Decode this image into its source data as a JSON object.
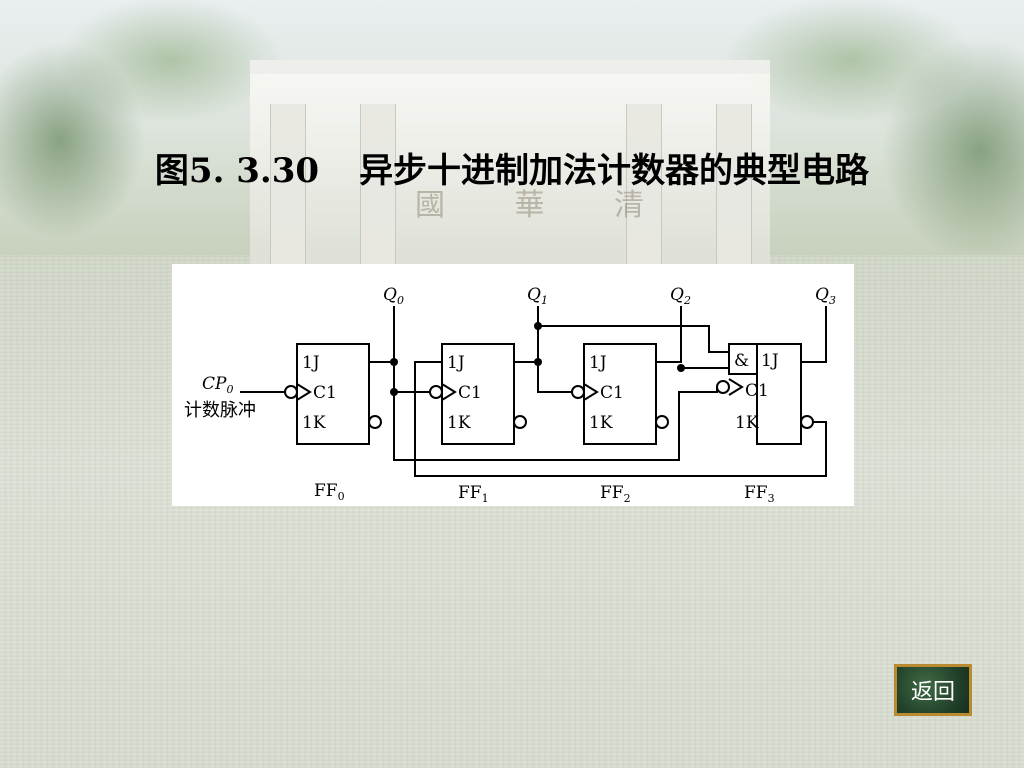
{
  "title": {
    "number": "图5. 3.30",
    "text": "异步十进制加法计数器的典型电路"
  },
  "background": {
    "gate_inscription": "國 華 清"
  },
  "circuit": {
    "input_label": "CP",
    "input_sub": "0",
    "input_caption": "计数脉冲",
    "outputs": [
      {
        "label": "Q",
        "sub": "0"
      },
      {
        "label": "Q",
        "sub": "1"
      },
      {
        "label": "Q",
        "sub": "2"
      },
      {
        "label": "Q",
        "sub": "3"
      }
    ],
    "flipflops": [
      {
        "name": "FF",
        "sub": "0",
        "j": "1J",
        "c": "C1",
        "k": "1K"
      },
      {
        "name": "FF",
        "sub": "1",
        "j": "1J",
        "c": "C1",
        "k": "1K"
      },
      {
        "name": "FF",
        "sub": "2",
        "j": "1J",
        "c": "C1",
        "k": "1K"
      },
      {
        "name": "FF",
        "sub": "3",
        "j": "1J",
        "c": "C1",
        "k": "1K"
      }
    ],
    "and_gate": "&"
  },
  "nav": {
    "back_label": "返回"
  }
}
